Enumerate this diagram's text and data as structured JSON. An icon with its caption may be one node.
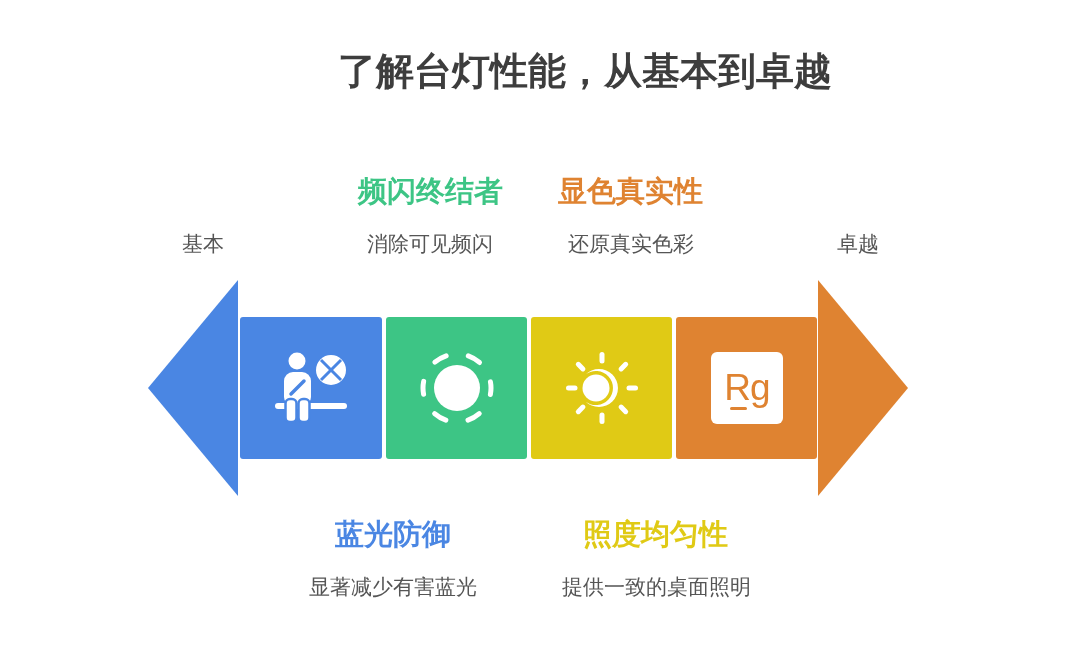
{
  "diagram": {
    "title": "了解台灯性能，从基本到卓越",
    "nodes": [
      {
        "text": [
          "基本"
        ]
      },
      {
        "text": [
          "蓝光防御",
          "显著减少有害蓝光"
        ]
      },
      {
        "text": [
          "频闪终结者",
          "消除可见频闪"
        ]
      },
      {
        "text": [
          "照度均匀性",
          "提供一致的桌面照明"
        ]
      },
      {
        "text": [
          "显色真实性",
          "还原真实色彩"
        ]
      },
      {
        "text": [
          "卓越"
        ]
      }
    ],
    "labels": [
      "Rg"
    ]
  }
}
